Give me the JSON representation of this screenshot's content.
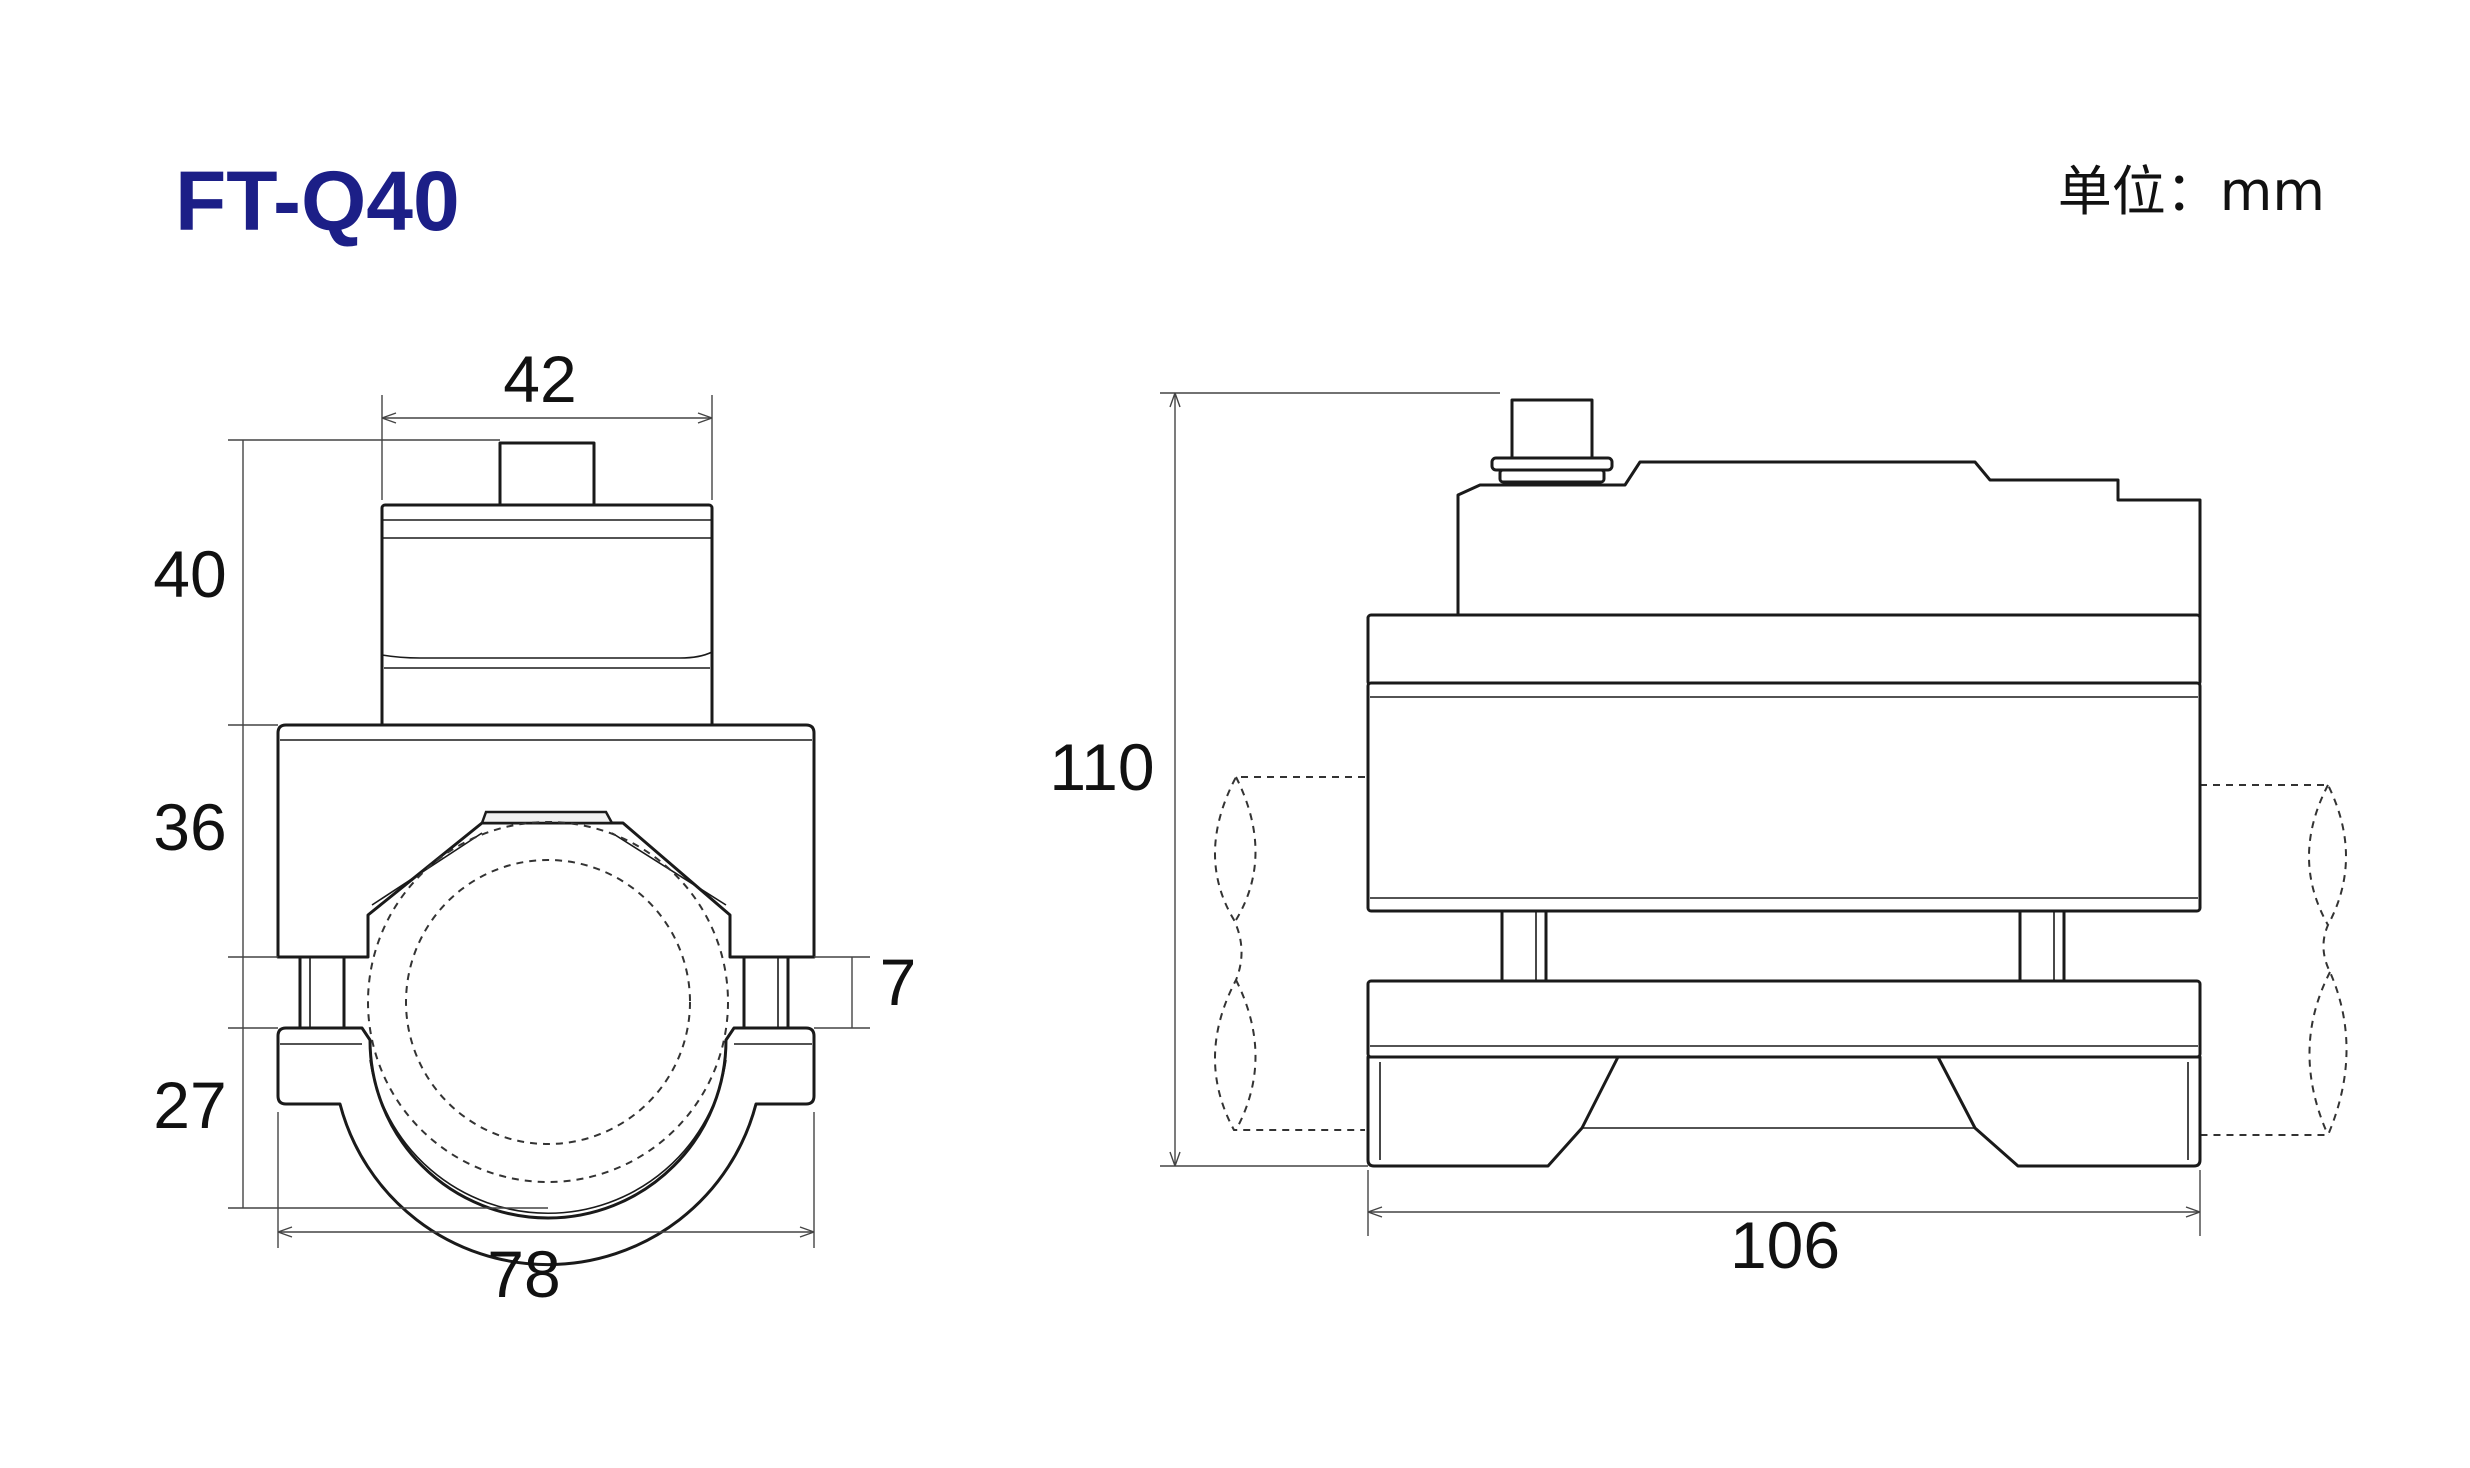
{
  "title": "FT-Q40",
  "unit": "单位：mm",
  "colors": {
    "title": "#1c1f87",
    "line": "#1a1a1a",
    "text": "#111111"
  },
  "dimensions": {
    "top_width": "42",
    "sensor_height": "40",
    "clamp_upper_height": "36",
    "gap": "7",
    "clamp_lower_height": "27",
    "base_width": "78",
    "total_height": "110",
    "length": "106"
  }
}
